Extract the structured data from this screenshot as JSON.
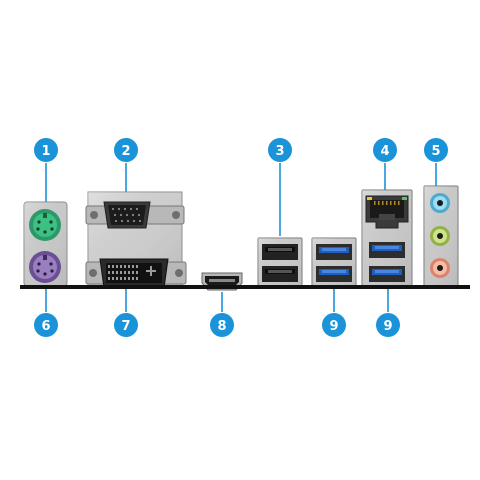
{
  "colors": {
    "callout_fill": "#1a93d8",
    "callout_text": "#ffffff",
    "leader_line": "#1a93d8",
    "baseline": "#111111",
    "metal": "#c8c8c8",
    "ps2_mouse": "#39b27a",
    "ps2_keyboard": "#8b6fb0",
    "usb3_blue": "#1f5fbf",
    "usb2_black": "#111111",
    "audio_line_in": "#6ec6e8",
    "audio_line_out": "#b7d36b",
    "audio_mic": "#f0a58a"
  },
  "callouts": [
    {
      "label": "1",
      "port": "ps2-top"
    },
    {
      "label": "2",
      "port": "vga"
    },
    {
      "label": "3",
      "port": "usb2-stack"
    },
    {
      "label": "4",
      "port": "lan"
    },
    {
      "label": "5",
      "port": "audio-jacks"
    },
    {
      "label": "6",
      "port": "ps2-bottom"
    },
    {
      "label": "7",
      "port": "dvi"
    },
    {
      "label": "8",
      "port": "hdmi"
    },
    {
      "label": "9",
      "port": "usb3-left"
    },
    {
      "label": "9",
      "port": "usb3-right"
    }
  ]
}
